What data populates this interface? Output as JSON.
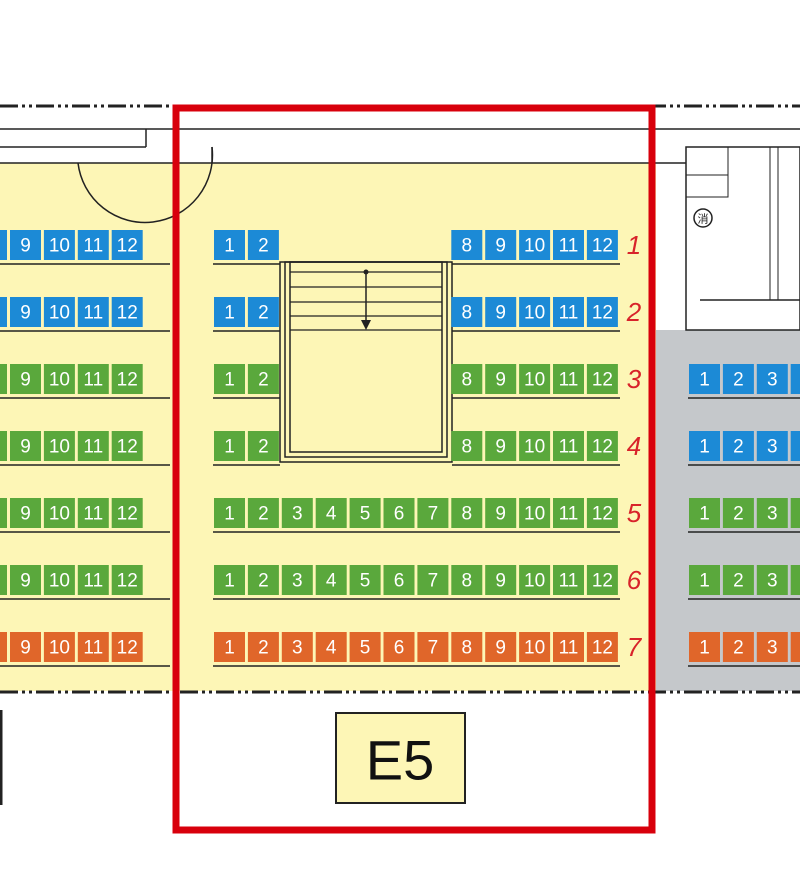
{
  "block_label": "E5",
  "fire_extinguisher_glyph": "消",
  "colors": {
    "floor": "#fdf6b6",
    "grey_area": "#c5c8cb",
    "blue": "#1c8ad6",
    "green": "#5aa83c",
    "orange": "#e0662a",
    "highlight": "#d8000c",
    "row_label": "#d8232a"
  },
  "seat_map": {
    "row_numbers": [
      "1",
      "2",
      "3",
      "4",
      "5",
      "6",
      "7"
    ],
    "left_partial": [
      {
        "row": "1",
        "color": "blue",
        "seats": [
          "9",
          "10",
          "11",
          "12"
        ]
      },
      {
        "row": "2",
        "color": "blue",
        "seats": [
          "9",
          "10",
          "11",
          "12"
        ]
      },
      {
        "row": "3",
        "color": "green",
        "seats": [
          "9",
          "10",
          "11",
          "12"
        ]
      },
      {
        "row": "4",
        "color": "green",
        "seats": [
          "9",
          "10",
          "11",
          "12"
        ]
      },
      {
        "row": "5",
        "color": "green",
        "seats": [
          "9",
          "10",
          "11",
          "12"
        ]
      },
      {
        "row": "6",
        "color": "green",
        "seats": [
          "9",
          "10",
          "11",
          "12"
        ]
      },
      {
        "row": "7",
        "color": "orange",
        "seats": [
          "9",
          "10",
          "11",
          "12"
        ]
      }
    ],
    "center": [
      {
        "row": "1",
        "color": "blue",
        "seats": [
          "1",
          "2",
          "8",
          "9",
          "10",
          "11",
          "12"
        ]
      },
      {
        "row": "2",
        "color": "blue",
        "seats": [
          "1",
          "2",
          "8",
          "9",
          "10",
          "11",
          "12"
        ]
      },
      {
        "row": "3",
        "color": "green",
        "seats": [
          "1",
          "2",
          "8",
          "9",
          "10",
          "11",
          "12"
        ]
      },
      {
        "row": "4",
        "color": "green",
        "seats": [
          "1",
          "2",
          "8",
          "9",
          "10",
          "11",
          "12"
        ]
      },
      {
        "row": "5",
        "color": "green",
        "seats": [
          "1",
          "2",
          "3",
          "4",
          "5",
          "6",
          "7",
          "8",
          "9",
          "10",
          "11",
          "12"
        ]
      },
      {
        "row": "6",
        "color": "green",
        "seats": [
          "1",
          "2",
          "3",
          "4",
          "5",
          "6",
          "7",
          "8",
          "9",
          "10",
          "11",
          "12"
        ]
      },
      {
        "row": "7",
        "color": "orange",
        "seats": [
          "1",
          "2",
          "3",
          "4",
          "5",
          "6",
          "7",
          "8",
          "9",
          "10",
          "11",
          "12"
        ]
      }
    ],
    "right_partial": [
      {
        "row": "3",
        "color": "blue",
        "seats": [
          "1",
          "2",
          "3"
        ]
      },
      {
        "row": "4",
        "color": "blue",
        "seats": [
          "1",
          "2",
          "3"
        ]
      },
      {
        "row": "5",
        "color": "green",
        "seats": [
          "1",
          "2",
          "3"
        ]
      },
      {
        "row": "6",
        "color": "green",
        "seats": [
          "1",
          "2",
          "3"
        ]
      },
      {
        "row": "7",
        "color": "orange",
        "seats": [
          "1",
          "2",
          "3"
        ]
      }
    ]
  }
}
